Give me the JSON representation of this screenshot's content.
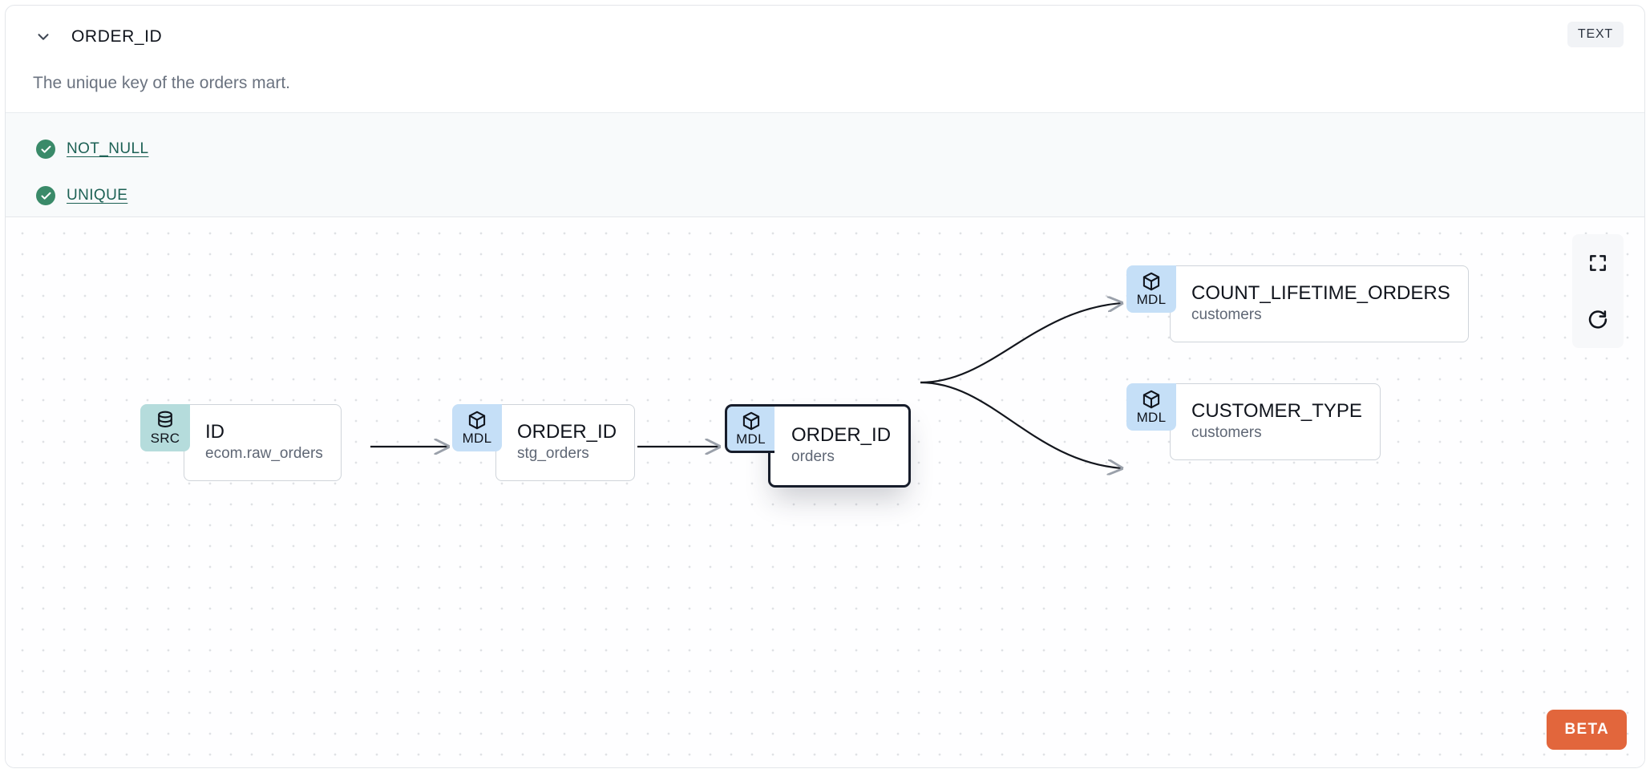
{
  "header": {
    "collapse_icon": "chevron-down-icon",
    "title": "ORDER_ID",
    "type_badge": "TEXT"
  },
  "description": "The unique key of the orders mart.",
  "tests": [
    {
      "icon": "check-circle-icon",
      "status": "pass",
      "label": "NOT_NULL"
    },
    {
      "icon": "check-circle-icon",
      "status": "pass",
      "label": "UNIQUE"
    }
  ],
  "lineage": {
    "nodes": [
      {
        "id": "src-id",
        "badge": "SRC",
        "badge_icon": "database-icon",
        "name": "ID",
        "subtitle": "ecom.raw_orders",
        "selected": false
      },
      {
        "id": "stg-order-id",
        "badge": "MDL",
        "badge_icon": "cube-icon",
        "name": "ORDER_ID",
        "subtitle": "stg_orders",
        "selected": false
      },
      {
        "id": "orders-order-id",
        "badge": "MDL",
        "badge_icon": "cube-icon",
        "name": "ORDER_ID",
        "subtitle": "orders",
        "selected": true
      },
      {
        "id": "count-lifetime-orders",
        "badge": "MDL",
        "badge_icon": "cube-icon",
        "name": "COUNT_LIFETIME_ORDERS",
        "subtitle": "customers",
        "selected": false
      },
      {
        "id": "customer-type",
        "badge": "MDL",
        "badge_icon": "cube-icon",
        "name": "CUSTOMER_TYPE",
        "subtitle": "customers",
        "selected": false
      }
    ],
    "edges": [
      {
        "from": "src-id",
        "to": "stg-order-id"
      },
      {
        "from": "stg-order-id",
        "to": "orders-order-id"
      },
      {
        "from": "orders-order-id",
        "to": "count-lifetime-orders"
      },
      {
        "from": "orders-order-id",
        "to": "customer-type"
      }
    ],
    "controls": [
      {
        "name": "fit-view-button",
        "icon": "fullscreen-icon"
      },
      {
        "name": "refresh-button",
        "icon": "refresh-icon"
      }
    ],
    "beta_badge": "BETA"
  },
  "colors": {
    "src_badge_bg": "#b5dcdc",
    "mdl_badge_bg": "#c5dff7",
    "test_pass": "#3a8a69",
    "test_link": "#1d6155",
    "beta_bg": "#e2663c",
    "selected_border": "#171d2b"
  }
}
